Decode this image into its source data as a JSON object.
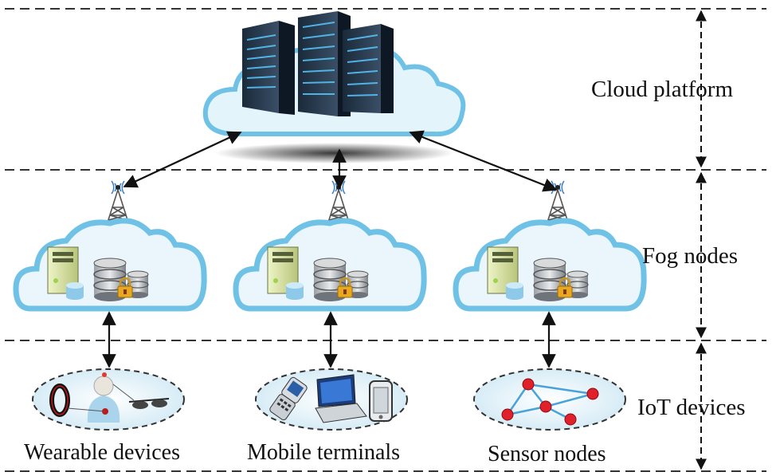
{
  "layers": {
    "cloud": "Cloud platform",
    "fog": "Fog nodes",
    "iot": "IoT devices"
  },
  "groups": [
    {
      "label": "Wearable devices"
    },
    {
      "label": "Mobile terminals"
    },
    {
      "label": "Sensor nodes"
    }
  ],
  "colors": {
    "cloud_outline": "#6fc2e6",
    "cloud_fill": "#e4f4fb",
    "divider": "#333333",
    "arrow": "#111111",
    "sensor_node": "#e0202a",
    "sensor_link": "#4aa3d8"
  },
  "icons": [
    "server-rack-icon",
    "server-tower-icon",
    "database-lock-icon",
    "antenna-tower-icon",
    "fitness-band-icon",
    "person-icon",
    "smart-glasses-icon",
    "flip-phone-icon",
    "laptop-icon",
    "smartphone-icon",
    "sensor-network-icon"
  ]
}
